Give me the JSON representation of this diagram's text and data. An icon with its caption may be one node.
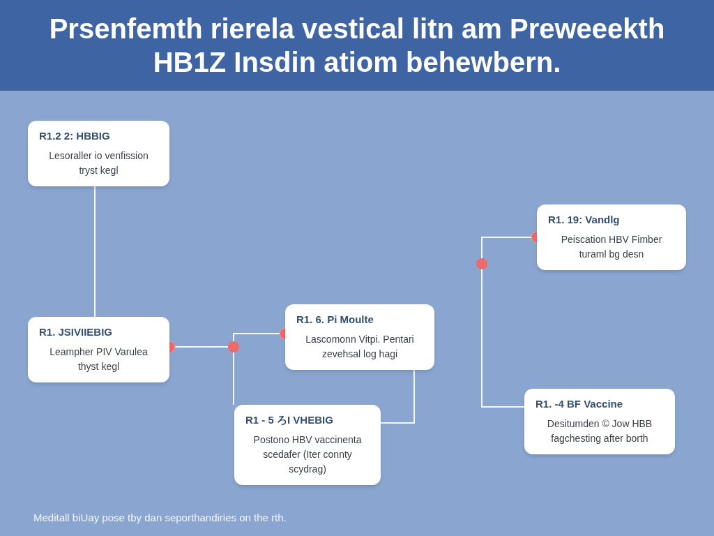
{
  "diagram": {
    "title": "Prsenfemth rierela vestical litn am Preweeekth HB1Z Insdin atiom behewbern.",
    "nodes": [
      {
        "text": [
          "R1.2 2: HBBIG",
          "Lesoraller io venfission tryst kegl"
        ]
      },
      {
        "text": [
          "R1. JSIVIIEBIG",
          "Leampher PIV Varulea thyst kegl"
        ]
      },
      {
        "text": [
          "R1. 6. Pi Moulte",
          "Lascomonn Vitpi. Pentari zevehsal log hagi"
        ]
      },
      {
        "text": [
          "R1 - 5 ろI VHEBIG",
          "Postono HBV vaccinenta scedafer (Iter connty scydrag)"
        ]
      },
      {
        "text": [
          "R1. 19: Vandlg",
          "Peiscation HBV Fimber turaml bg desn"
        ]
      },
      {
        "text": [
          "R1. -4 BF Vaccine",
          "Desitumden © Jow HBB fagchesting after borth"
        ]
      }
    ],
    "edges": [
      {
        "from": 0,
        "to": 1,
        "arrow": "none"
      },
      {
        "from": 2,
        "to": 1,
        "arrow": "other"
      },
      {
        "from": 1,
        "to": 3,
        "arrow": "other"
      },
      {
        "from": 2,
        "to": 3,
        "arrow": "none"
      },
      {
        "from": 4,
        "to": 5,
        "arrow": "other"
      }
    ],
    "labels": [
      "Meditall biUay pose tby dan seporthandiries on the rth."
    ]
  }
}
